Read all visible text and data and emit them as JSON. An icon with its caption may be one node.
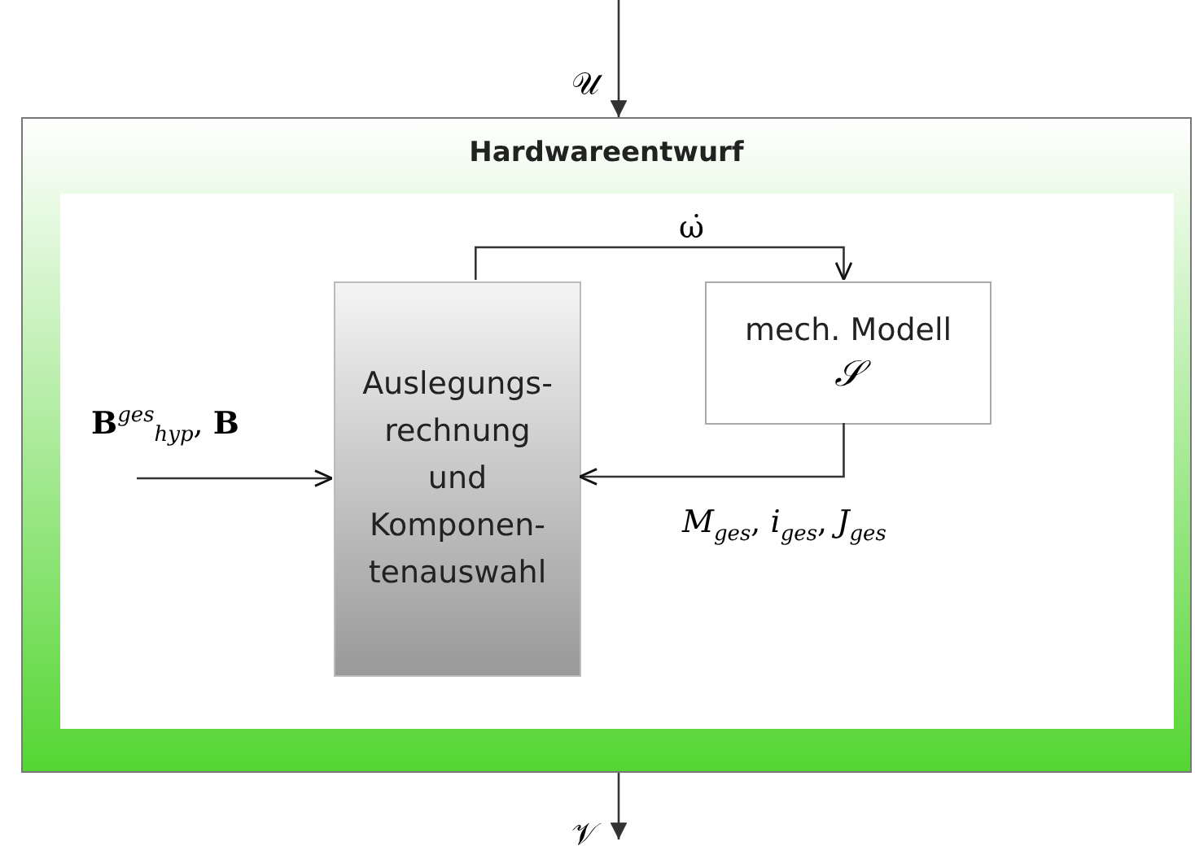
{
  "diagram": {
    "nodes": [
      {
        "text": [
          "Hardwareentwurf"
        ]
      },
      {
        "text": [],
        "shape": "box",
        "in": 0
      },
      {
        "text": [
          "Auslegungs- rechnung und Komponen- tenauswahl"
        ],
        "in": 1
      },
      {
        "text": [
          "mech. Modell",
          "𝒮"
        ],
        "in": 1
      }
    ],
    "edges": [
      {
        "from": null,
        "to": 0,
        "arrow": "to",
        "label": "𝒰"
      },
      {
        "from": 0,
        "to": null,
        "arrow": "to",
        "label": "𝒱"
      },
      {
        "from": null,
        "to": 2,
        "arrow": "to",
        "label": "**B**$^{ges}$$_{hyp}$, **B**"
      },
      {
        "from": 2,
        "to": 3,
        "arrow": "to",
        "label": "ω̇"
      },
      {
        "from": 3,
        "to": 2,
        "arrow": "to",
        "label": "*M*$_{ges}$, *i*$_{ges}$, *J*$_{ges}$"
      }
    ]
  }
}
